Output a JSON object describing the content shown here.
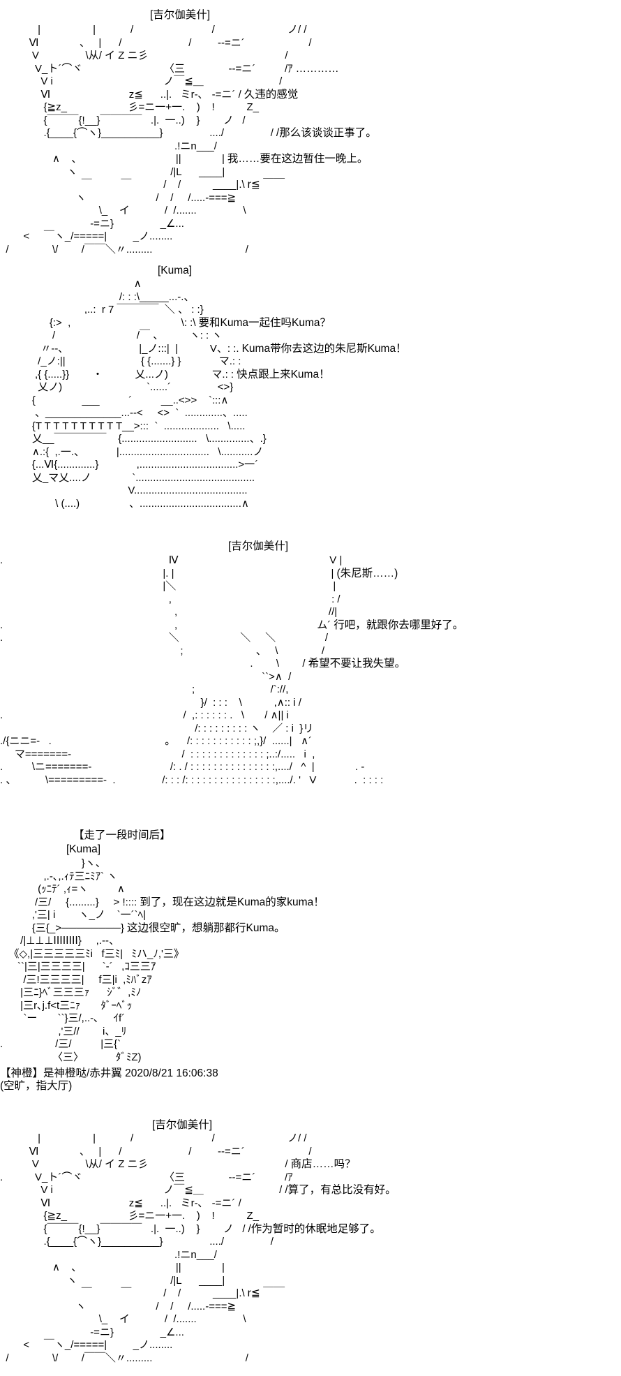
{
  "panels": [
    {
      "speaker": "[吉尔伽美什]",
      "dialogue": [
        "…………",
        "久违的感觉",
        "/那么该谈谈正事了。",
        "我……要在这边暂住一晚上。"
      ],
      "art": [
        "             |                  |            /                           /                         ノ/ /",
        "          Ⅵ              、   |      /                       /         --=ニ´                      /",
        "           V                \\从/ イ Z ニ彡                                               /",
        "            V_ト´⌒ヾ                            〈三               --=ニ´          /ｱ",
        "              V i                                      ノ￣≦＿                          /",
        "              Ⅵ                           z≦      ..|.   ミr‐､   -=ニ´ /",
        "               {≧z_                     彡=ニ一+一.    )    !           Z_",
        "               {￣￣￣{!__}￣￣￣￣   .|.  一..)    }        ノ   /",
        "               .{____{⌒ヽ}__________}                ..../                /",
        "                                                            .!ニn___/",
        "                  ∧    ､                                  ||              |",
        "                       ヽ                                /|L      ____|",
        "                            ￣          ￣           /    /           ____|.\\",
        "                          ヽ                        /    /     /.....-===≧",
        "                                  \\_    イ            /  /.......                \\",
        "                               -=ニ}                _∠...",
        "        <     ￣ヽ_/=====|         _ノ........",
        "  /               \\/        /￣￣＼〃.........                                /"
      ]
    },
    {
      "speaker": "[Kuma]",
      "dialogue": [
        "要和Kuma一起住吗Kuma？",
        "Kuma带你去这边的朱尼斯Kuma！",
        "快点跟上来Kuma！"
      ],
      "art": [
        "                                              ∧",
        "                                         /: : :\\_____...-.、",
        "                             ,..:  r 7 ￣￣￣￣  ＼ 、 : :}",
        "                 {:>  ,                                      \\: :\\",
        "                  /                            /￣ 、         ヽ: : ヽ",
        "              〃--､                          |_ノ:::|  |           V、: :.",
        "             /_ノ:||                          { {.......} }             マ.: :",
        "            ,{ {.....}}        ・           乂...ノ)               マ.: :",
        "             乂ノ)                             `......´                <>}",
        "           {                ___          ´          __..<>>    `:::∧",
        "            、_____________...--<     <>  `  .............、.....",
        "           {T T T T T T T T T T__>:::  `  ...................   \\.....",
        "           乂__￣￣￣￣￣    {..........................   \\..............、.}",
        "           ∧.:{  ,.一.、           |...............................   \\...........ノ",
        "           {...Ⅵ{.............}             ,..................................>一´",
        "           乂_マ乂....ノ              `.........................................",
        "                                            V.......................................",
        "                   \\ (....)                 、...................................∧"
      ]
    },
    {
      "speaker": "[吉尔伽美什]",
      "dialogue": [
        "(朱尼斯……)",
        "行吧，就跟你去哪里好了。",
        "希望不要让我失望。"
      ],
      "art": [
        ".                                                         Ⅳ                                                    V |",
        "                                                        |. |                                                      |",
        "                                                        |＼                                                      |",
        "                                                          ,                                                       : /",
        "                                                            ,                                                    //|",
        ".                                                           ,                                                ム´",
        ".                                                         ＼                     ＼     ＼                 /",
        "                                                              ;                         、   \\               /",
        "                                                                                      .        \\        /",
        "                                                                                          ``>∧  /",
        "                                                                  ;                          /`://,",
        "                                                                     }/  : : :    \\           ,∧:: i /",
        ".                                                              /  ,: : : : : : .   \\       / ∧|| i",
        "                                                                   /: : : : : : : : : ヽ    ／ : i  }リ",
        "./{ニニ=-   .                                       。    /: : : : : : : : : : : ;,}/  ......|   ∧´",
        "     マ=======-                                      /  : : : : : : : : : : : : : ;..:/.....   i  ,",
        ".          \\ニ=======-                           /: . / : : : : : : : : : : : : : : :,..../   ^  |              . -",
        ". 、          \\=========-  .                /: : : /: : : : : : : : : : : : : : : :,..../. '   V             .  : : : :"
      ]
    },
    {
      "header": "【走了一段时间后】",
      "speaker": "[Kuma]",
      "dialogue": [
        "到了，现在这边就是Kuma的家kuma！",
        "这边很空旷，想躺那都行Kuma。"
      ],
      "art": [
        "                            }ヽ、",
        "               ,.-､,.ｨﾃ三ﾆﾐｱ` ヽ",
        "             (ｯﾆﾃ´ ,ｨ=ヽ          ∧",
        "            /三/     {.........}     > !::::",
        "           ,'三| i        ヽ_ノ    `一´`ﾍ|",
        "           {三{_>────────}",
        "       /|⊥⊥⊥ⅠⅠⅠⅠⅠⅠⅠⅠ}     ,.--、",
        "   《◇,|三三三三三ﾐi   f三ﾐ|   ﾐハ_ﾉ,'三》",
        "      ``|三|三三三三|      `-´   ,ｺ三三ｱ",
        "        /三!三三三三|     f三|i  ,ﾐﾊﾞzｱ",
        "       |三ﾆ}ﾍﾞ三三三ｧ      ｼﾞ゛,ﾐﾉ",
        "       |三r､j.f<t三ﾆｧ       ﾀﾞｰﾍﾞｯ",
        "        `ー       ``}三/,..-､     ｲf´",
        "                    ,'三//        i、_ﾘ",
        ".                  /三/          |三{`",
        "                  〈三〉           ﾀﾞﾐZ)"
      ]
    },
    {
      "speaker": "[吉尔伽美什]",
      "dialogue": [
        "商店……吗？",
        "/算了，有总比没有好。",
        "/作为暂时的休眠地足够了。"
      ],
      "art": [
        "             |                  |            /                           /                         ノ/ /",
        "          Ⅵ              、   |      /                       /         --=ニ´                      /",
        "           V                \\从/ イ Z ニ彡                                               /",
        ".           V_ト´⌒ヾ                            〈三               --=ニ´          /ｱ",
        "              V i                                      ノ￣≦＿                          /",
        "              Ⅵ                           z≦      ..|.   ミr‐､   -=ニ´ /",
        "               {≧z_                     彡=ニ一+一.    )    !           Z_",
        "               {￣￣￣{!__}￣￣￣￣   .|.  一..)    }        ノ   /",
        "               .{____{⌒ヽ}__________}                ..../                /",
        "                                                            .!ニn___/",
        "                  ∧    ､                                  ||              |",
        "                       ヽ                                /|L      ____|",
        "                            ￣          ￣           /    /           ____|.\\",
        "                          ヽ                        /    /     /.....-===≧",
        "                                  \\_    イ            /  /.......                \\",
        "                               -=ニ}                _∠...",
        "        <     ￣ヽ_/=====|         _ノ........",
        "  /               \\/        /￣￣＼〃.........                                /"
      ]
    }
  ],
  "post": {
    "author_line": "【神橙】是神橙哒/赤井翼 2020/8/21 16:06:38",
    "note": "(空旷，指大厅)"
  },
  "extra": {
    "panel1_r": "r≦  ￣￣",
    "panel5_r": "r≦  ￣￣"
  }
}
